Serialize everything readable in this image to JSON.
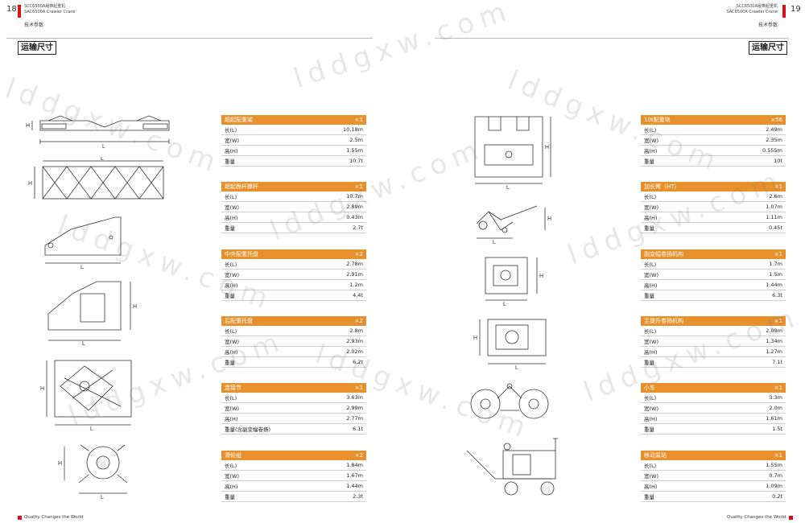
{
  "left_page": {
    "page_number": "18",
    "model_cn": "SCC6500A履带起重机",
    "model_en": "SAC6500A Crawler Crane",
    "section_sub": "技术参数",
    "section_title": "运输尺寸",
    "footer": "Quality Changes the World"
  },
  "right_page": {
    "page_number": "19",
    "model_cn": "SCC6500A履带起重机",
    "model_en": "SAC6500A Crawler Crane",
    "section_sub": "技术参数",
    "section_title": "运输尺寸",
    "footer": "Quality Changes the World"
  },
  "watermark": "lddgxw.com",
  "drawing_labels": {
    "L": "L",
    "H": "H"
  },
  "left_specs": [
    {
      "name": "超起配重架",
      "qty": "×1",
      "rows": [
        [
          "长(L)",
          "10.18m"
        ],
        [
          "宽(W)",
          "2.5m"
        ],
        [
          "高(H)",
          "1.55m"
        ],
        [
          "重量",
          "10.7t"
        ]
      ]
    },
    {
      "name": "超起桅杆撑杆",
      "qty": "×1",
      "rows": [
        [
          "长(L)",
          "10.7m"
        ],
        [
          "宽(W)",
          "2.89m"
        ],
        [
          "高(H)",
          "0.43m"
        ],
        [
          "重量",
          "2.7t"
        ]
      ]
    },
    {
      "name": "中央配重托盘",
      "qty": "×2",
      "rows": [
        [
          "长(L)",
          "2.78m"
        ],
        [
          "宽(W)",
          "2.91m"
        ],
        [
          "高(H)",
          "1.2m"
        ],
        [
          "重量",
          "4.4t"
        ]
      ]
    },
    {
      "name": "后配重托盘",
      "qty": "×2",
      "rows": [
        [
          "长(L)",
          "2.8m"
        ],
        [
          "宽(W)",
          "2.93m"
        ],
        [
          "高(H)",
          "2.02m"
        ],
        [
          "重量",
          "6.2t"
        ]
      ]
    },
    {
      "name": "连接节",
      "qty": "×1",
      "rows": [
        [
          "长(L)",
          "3.63m"
        ],
        [
          "宽(W)",
          "2.99m"
        ],
        [
          "高(H)",
          "2.77m"
        ],
        [
          "重量(含副变幅卷扬)",
          "6.1t"
        ]
      ]
    },
    {
      "name": "滑轮组",
      "qty": "×2",
      "rows": [
        [
          "长(L)",
          "1.84m"
        ],
        [
          "宽(W)",
          "1.67m"
        ],
        [
          "高(H)",
          "1.44m"
        ],
        [
          "重量",
          "2.3t"
        ]
      ]
    }
  ],
  "right_specs": [
    {
      "name": "10t配重块",
      "qty": "×56",
      "rows": [
        [
          "长(L)",
          "2.49m"
        ],
        [
          "宽(W)",
          "2.35m"
        ],
        [
          "高(H)",
          "0.555m"
        ],
        [
          "重量",
          "10t"
        ]
      ]
    },
    {
      "name": "加长臂（HT）",
      "qty": "×1",
      "rows": [
        [
          "长(L)",
          "2.6m"
        ],
        [
          "宽(W)",
          "1.07m"
        ],
        [
          "高(H)",
          "1.11m"
        ],
        [
          "重量",
          "0.45t"
        ]
      ]
    },
    {
      "name": "副变幅卷扬机构",
      "qty": "×1",
      "rows": [
        [
          "长(L)",
          "1.7m"
        ],
        [
          "宽(W)",
          "1.5m"
        ],
        [
          "高(H)",
          "1.44m"
        ],
        [
          "重量",
          "6.3t"
        ]
      ]
    },
    {
      "name": "主提升卷扬机构",
      "qty": "×1",
      "rows": [
        [
          "长(L)",
          "2.09m"
        ],
        [
          "宽(W)",
          "1.34m"
        ],
        [
          "高(H)",
          "1.27m"
        ],
        [
          "重量",
          "7.1t"
        ]
      ]
    },
    {
      "name": "小车",
      "qty": "×1",
      "rows": [
        [
          "长(L)",
          "3.3m"
        ],
        [
          "宽(W)",
          "2.0m"
        ],
        [
          "高(H)",
          "1.61m"
        ],
        [
          "重量",
          "1.5t"
        ]
      ]
    },
    {
      "name": "移动泵站",
      "qty": "×1",
      "rows": [
        [
          "长(L)",
          "1.55m"
        ],
        [
          "宽(W)",
          "0.7m"
        ],
        [
          "高(H)",
          "1.09m"
        ],
        [
          "重量",
          "0.2t"
        ]
      ]
    }
  ]
}
